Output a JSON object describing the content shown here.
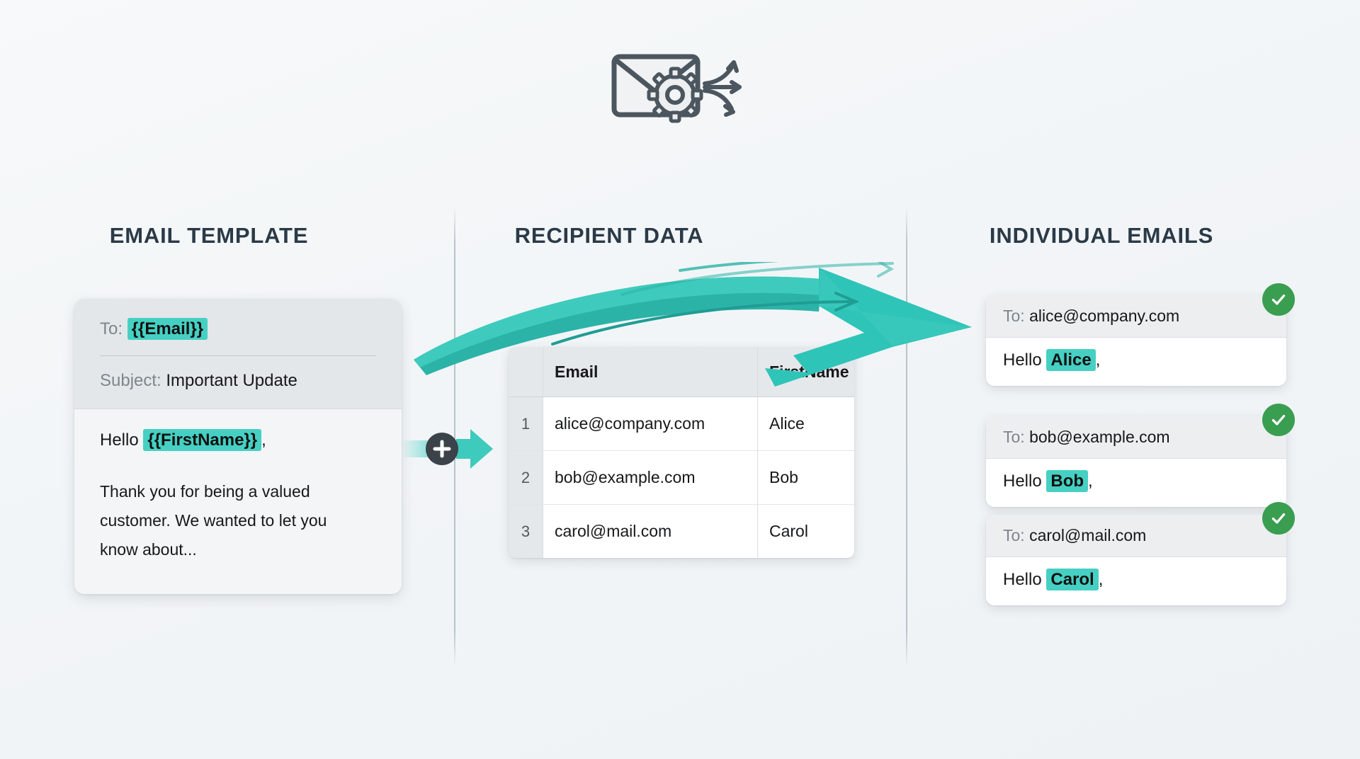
{
  "header": {
    "icon": "envelope-gear-distribute-icon"
  },
  "columns": {
    "template_title": "EMAIL TEMPLATE",
    "data_title": "RECIPIENT DATA",
    "emails_title": "INDIVIDUAL EMAILS"
  },
  "template_card": {
    "to_label": "To:",
    "to_token": "{{Email}}",
    "subject_label": "Subject:",
    "subject_value": "Important Update",
    "greeting_prefix": "Hello",
    "greeting_token": "{{FirstName}}",
    "greeting_suffix": ",",
    "body_text": "Thank you for being a valued customer. We wanted to let you know about..."
  },
  "connector": {
    "badge": "plus-icon"
  },
  "recipient_table": {
    "headers": [
      "",
      "Email",
      "FirstName"
    ],
    "rows": [
      {
        "num": "1",
        "email": "alice@company.com",
        "first_name": "Alice"
      },
      {
        "num": "2",
        "email": "bob@example.com",
        "first_name": "Bob"
      },
      {
        "num": "3",
        "email": "carol@mail.com",
        "first_name": "Carol"
      }
    ]
  },
  "emails": [
    {
      "to_label": "To:",
      "to_value": "alice@company.com",
      "greeting_prefix": "Hello",
      "greeting_name": "Alice",
      "greeting_suffix": ",",
      "status": "sent-check-icon"
    },
    {
      "to_label": "To:",
      "to_value": "bob@example.com",
      "greeting_prefix": "Hello",
      "greeting_name": "Bob",
      "greeting_suffix": ",",
      "status": "sent-check-icon"
    },
    {
      "to_label": "To:",
      "to_value": "carol@mail.com",
      "greeting_prefix": "Hello",
      "greeting_name": "Carol",
      "greeting_suffix": ",",
      "status": "sent-check-icon"
    }
  ],
  "colors": {
    "background": "#f2f5f7",
    "heading": "#2b3a47",
    "highlight_teal": "#45d0c3",
    "arrow_teal": "#2bb3a8",
    "success_green": "#3a9e50",
    "icon_slate": "#4c565f",
    "divider": "#b9c3cb"
  }
}
